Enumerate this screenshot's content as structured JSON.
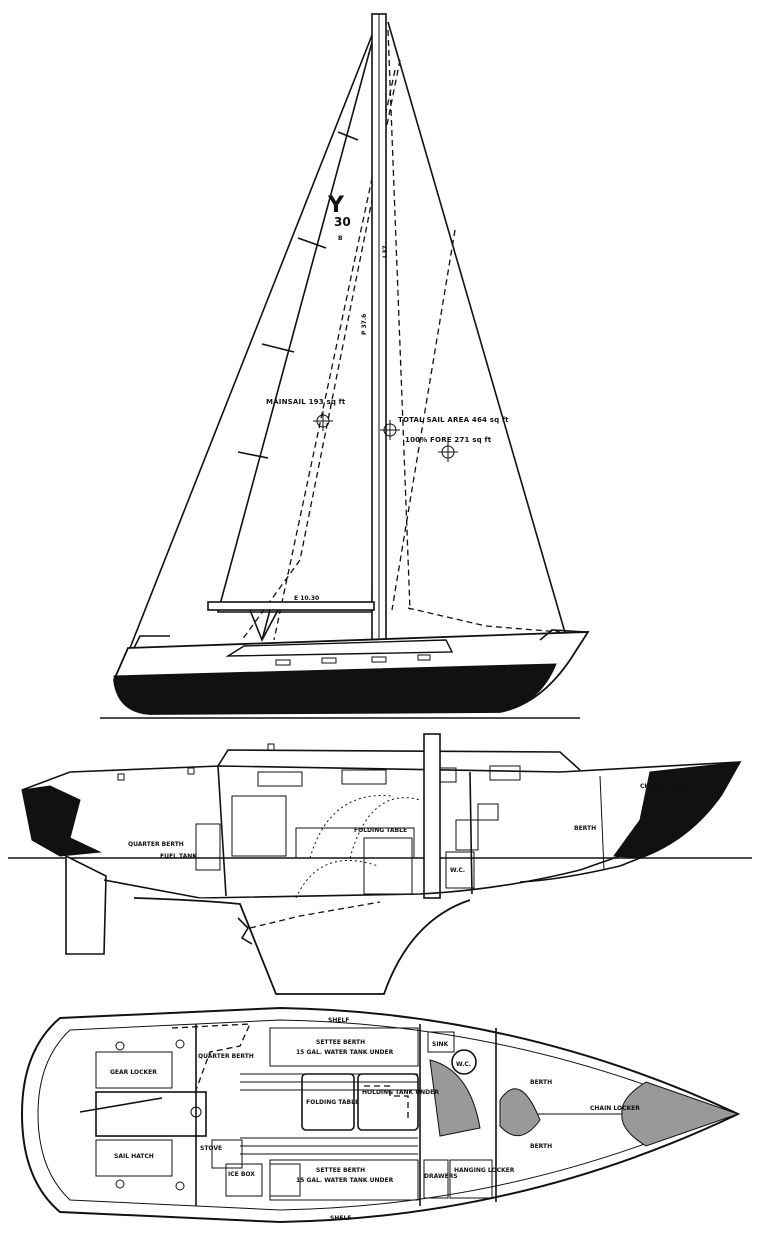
{
  "sail_plan": {
    "logo_glyph": "Y",
    "logo_number": "30",
    "logo_sub": "B",
    "mast_i_label": "I 37",
    "mast_p_label": "P 37.6",
    "boom_e_label": "E 10.30",
    "mainsail_label": "MAINSAIL 193 sq ft",
    "total_label": "TOTAL SAIL AREA 464 sq ft",
    "fore_label": "100% FORE  271 sq ft"
  },
  "profile": {
    "chain_locker": "CHAIN LOCKER",
    "quarter_berth": "QUARTER BERTH",
    "fuel_tank": "FUEL TANK",
    "folding_table": "FOLDING TABLE",
    "berth": "BERTH",
    "wc": "W.C."
  },
  "plan_view": {
    "shelf_top": "SHELF",
    "shelf_bottom": "SHELF",
    "gear_locker": "GEAR LOCKER",
    "quarter_berth": "QUARTER BERTH",
    "settee_top": "SETTEE BERTH",
    "water_top": "15 GAL. WATER TANK UNDER",
    "folding_table": "FOLDING TABLE",
    "holding_tank": "HOLDING TANK UNDER",
    "sail_hatch": "SAIL HATCH",
    "ice_box": "ICE BOX",
    "stove": "STOVE",
    "settee_bottom": "SETTEE BERTH",
    "water_bottom": "15 GAL. WATER TANK UNDER",
    "hanging_locker": "HANGING LOCKER",
    "drawers": "DRAWERS",
    "sink": "SINK",
    "wc": "W.C.",
    "berth_top": "BERTH",
    "berth_bottom": "BERTH",
    "chain_locker": "CHAIN LOCKER"
  }
}
